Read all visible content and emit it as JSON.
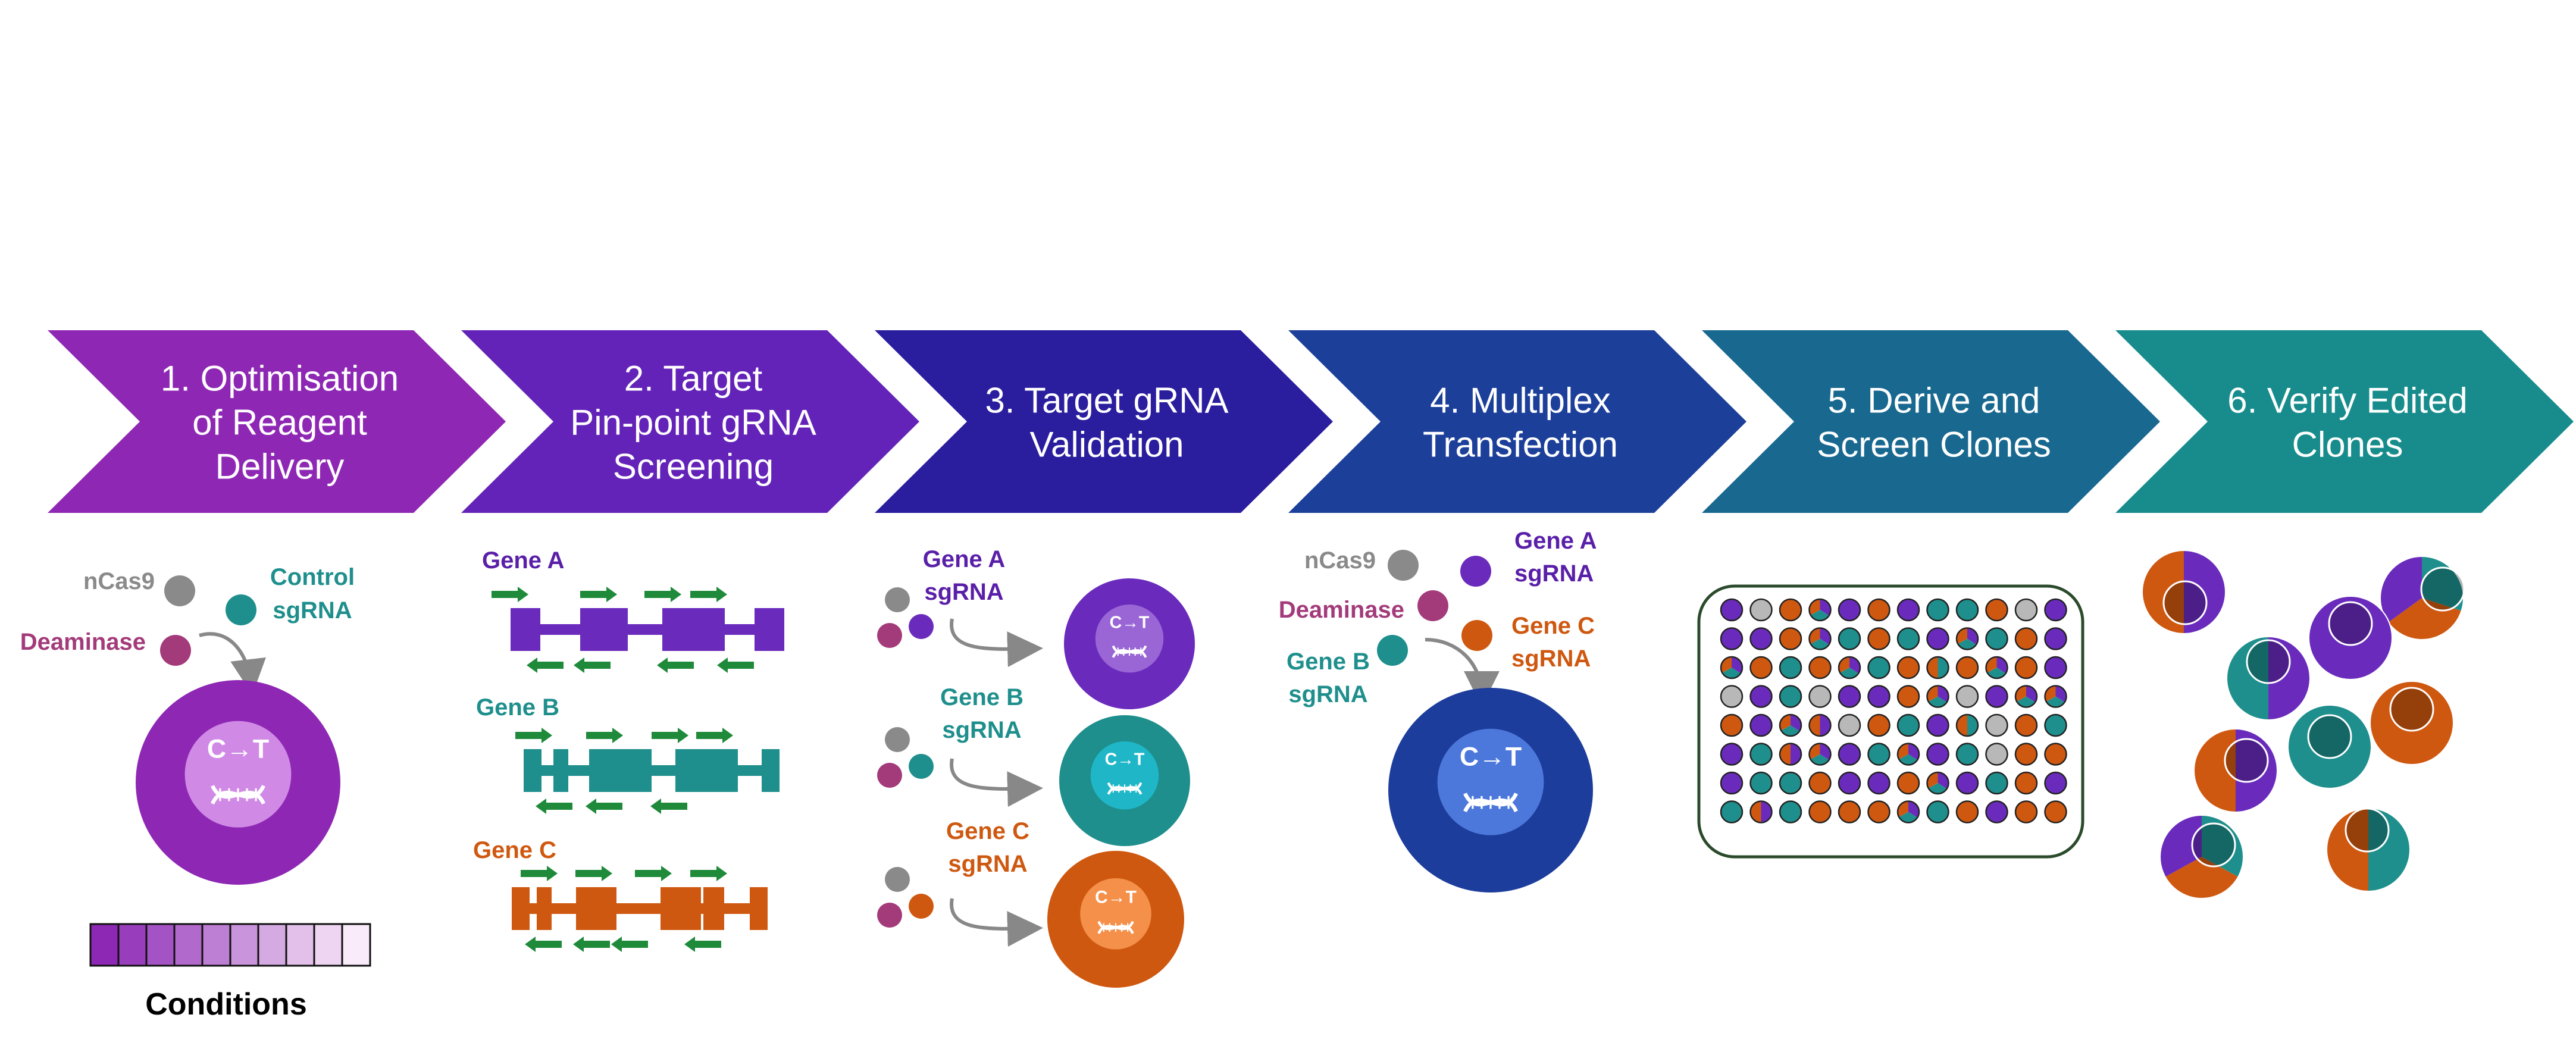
{
  "colors": {
    "purple": "#6a2bbd",
    "violet": "#8e28b4",
    "teal": "#1e8f8c",
    "orange": "#cf5810",
    "green": "#1e8a3a",
    "gray": "#8a8a8a",
    "magenta": "#a33b7a",
    "navy": "#1c3d9c",
    "dark_purple": "#5a1fa8"
  },
  "steps": [
    {
      "lines": [
        "1. Optimisation",
        "of Reagent",
        "Delivery"
      ],
      "color": "#8e28b4"
    },
    {
      "lines": [
        "2. Target",
        "Pin-point gRNA",
        "Screening"
      ],
      "color": "#6423b8"
    },
    {
      "lines": [
        "3. Target gRNA",
        "Validation"
      ],
      "color": "#2a1d9e"
    },
    {
      "lines": [
        "4. Multiplex",
        "Transfection"
      ],
      "color": "#1c3f9a"
    },
    {
      "lines": [
        "5. Derive and",
        "Screen Clones"
      ],
      "color": "#186890"
    },
    {
      "lines": [
        "6. Verify Edited",
        "Clones"
      ],
      "color": "#188c8c"
    }
  ],
  "panel1": {
    "ncas9": "nCas9",
    "deaminase": "Deaminase",
    "control": [
      "Control",
      "sgRNA"
    ],
    "edit": "C→T",
    "conditions_label": "Conditions",
    "conditions_count": 10
  },
  "panel2": {
    "genes": [
      {
        "label": "Gene A",
        "color": "#6a2bbd"
      },
      {
        "label": "Gene B",
        "color": "#1e8f8c"
      },
      {
        "label": "Gene C",
        "color": "#cf5810"
      }
    ]
  },
  "panel3": {
    "rows": [
      {
        "label": [
          "Gene A",
          "sgRNA"
        ],
        "color": "#6a2bbd",
        "label_color": "#5a1fa8"
      },
      {
        "label": [
          "Gene B",
          "sgRNA"
        ],
        "color": "#1e8f8c",
        "label_color": "#1e8f8c"
      },
      {
        "label": [
          "Gene C",
          "sgRNA"
        ],
        "color": "#cf5810",
        "label_color": "#cf5810"
      }
    ],
    "edit": "C→T"
  },
  "panel4": {
    "ncas9": "nCas9",
    "deaminase": "Deaminase",
    "gene_a": [
      "Gene A",
      "sgRNA"
    ],
    "gene_b": [
      "Gene B",
      "sgRNA"
    ],
    "gene_c": [
      "Gene C",
      "sgRNA"
    ],
    "edit": "C→T"
  },
  "panel5": {
    "rows": 8,
    "cols": 12
  }
}
